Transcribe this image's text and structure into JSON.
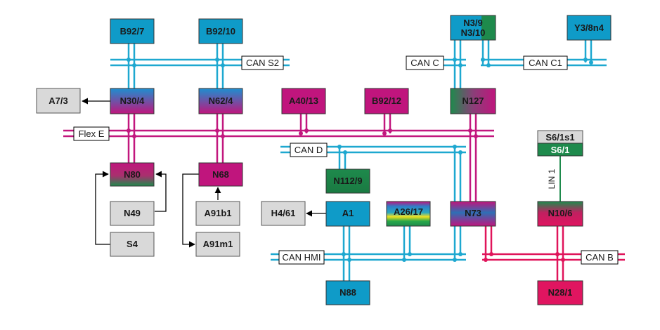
{
  "colors": {
    "can_bus": "#1ea8d0",
    "flex_bus": "#c2177e",
    "can_b": "#e0145a",
    "lin": "#1e8a4c",
    "cyan_node": "#0f9bc8",
    "magenta_node": "#c0157d",
    "green_node": "#1e8a4c",
    "gray_node": "#d9d9d9",
    "pink_node": "#e01560",
    "blue_node": "#2e6fb5",
    "yellow": "#f0e020"
  },
  "buses": {
    "can_s2": "CAN S2",
    "can_c": "CAN C",
    "can_c1": "CAN C1",
    "flex_e": "Flex E",
    "can_d": "CAN D",
    "can_hmi": "CAN HMI",
    "can_b": "CAN B",
    "lin1": "LIN 1"
  },
  "nodes": {
    "b92_7": "B92/7",
    "b92_10": "B92/10",
    "n3_9": "N3/9",
    "n3_10": "N3/10",
    "y3_8n4": "Y3/8n4",
    "a7_3": "A7/3",
    "n30_4": "N30/4",
    "n62_4": "N62/4",
    "a40_13": "A40/13",
    "b92_12": "B92/12",
    "n127": "N127",
    "s6_1s1": "S6/1s1",
    "s6_1": "S6/1",
    "n80": "N80",
    "n68": "N68",
    "n112_9": "N112/9",
    "n49": "N49",
    "a91b1": "A91b1",
    "h4_61": "H4/61",
    "a1": "A1",
    "a26_17": "A26/17",
    "n73": "N73",
    "n10_6": "N10/6",
    "s4": "S4",
    "a91m1": "A91m1",
    "n88": "N88",
    "n28_1": "N28/1"
  }
}
